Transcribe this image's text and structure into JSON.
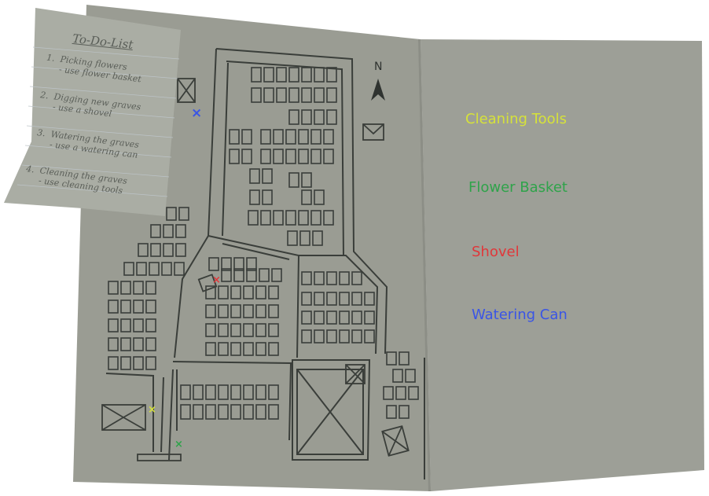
{
  "todo": {
    "title": "To-Do-List",
    "items": [
      {
        "num": "1.",
        "task": "Picking flowers",
        "tool": "- use flower basket"
      },
      {
        "num": "2.",
        "task": "Digging new graves",
        "tool": "- use a shovel"
      },
      {
        "num": "3.",
        "task": "Watering the graves",
        "tool": "- use a watering can"
      },
      {
        "num": "4.",
        "task": "Cleaning the graves",
        "tool": "- use cleaning tools"
      }
    ]
  },
  "compass": {
    "label": "N"
  },
  "legend": [
    {
      "label": "Cleaning Tools",
      "color": "#d6e23a"
    },
    {
      "label": "Flower Basket",
      "color": "#2fa34a"
    },
    {
      "label": "Shovel",
      "color": "#e0373a"
    },
    {
      "label": "Watering Can",
      "color": "#3a55e6"
    }
  ],
  "markers": [
    {
      "tool": "Watering Can",
      "symbol": "×",
      "color": "#3a55e6"
    },
    {
      "tool": "Shovel",
      "symbol": "×",
      "color": "#e0373a"
    },
    {
      "tool": "Cleaning Tools",
      "symbol": "×",
      "color": "#d6e23a"
    },
    {
      "tool": "Flower Basket",
      "symbol": "×",
      "color": "#2fa34a"
    }
  ],
  "colors": {
    "paper": "#9a9d94",
    "ink": "#2f3330",
    "note": "#a9aca3"
  }
}
